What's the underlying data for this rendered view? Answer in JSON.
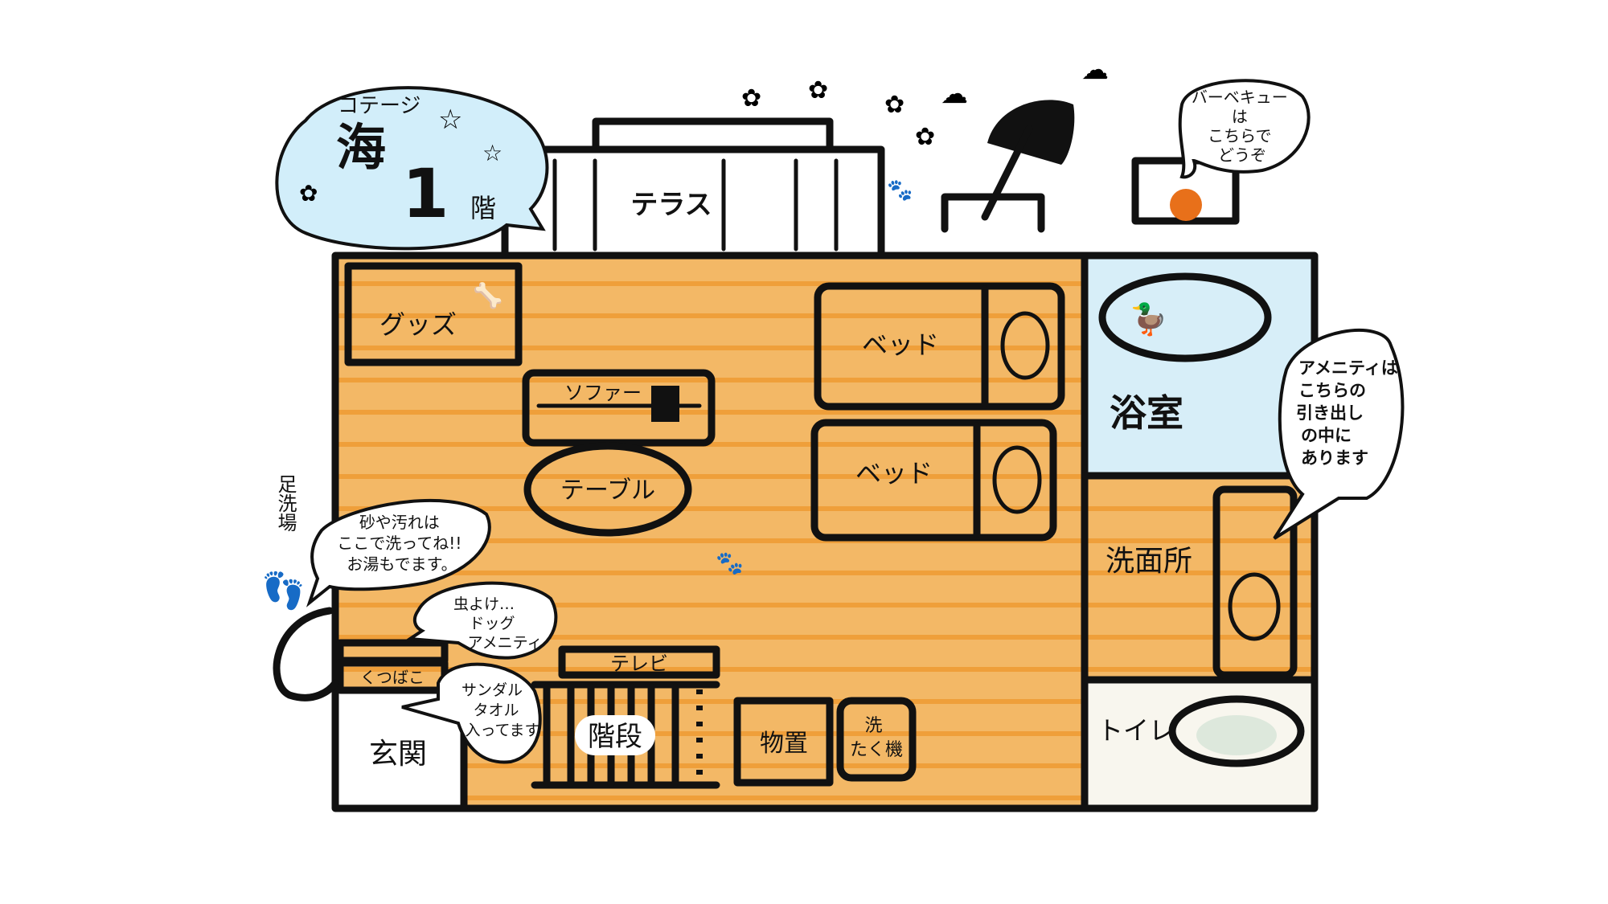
{
  "title_bubble": {
    "line1": "コテージ",
    "sea": "海",
    "floor_num": "1",
    "floor_suffix": "階"
  },
  "colors": {
    "floor": "#f3b866",
    "floor_stripe": "#ef9f3a",
    "bath": "#d7eef8",
    "bubble_blue": "#d2eefa",
    "terrace": "#d8d0c4",
    "furniture": "#fdf7e3"
  },
  "rooms": {
    "terrace": "テラス",
    "goods": "グッズ",
    "sofa": "ソファー",
    "table": "テーブル",
    "bed1": "ベッド",
    "bed2": "ベッド",
    "bath": "浴室",
    "washroom": "洗面所",
    "toilet": "トイレ",
    "tv": "テレビ",
    "stairs": "階段",
    "storage": "物置",
    "washer_line1": "洗",
    "washer_line2": "たく機",
    "entrance": "玄関",
    "shoe_box": "くつばこ",
    "foot_wash": "足洗場"
  },
  "bubbles": {
    "bbq": [
      "バーベキュー",
      "は",
      "こちらで",
      "どうぞ"
    ],
    "amenity": [
      "アメニティは",
      "こちらの",
      "引き出し",
      "の中に",
      "あります"
    ],
    "foot_wash": [
      "砂や汚れは",
      "ここで洗ってね!!",
      "お湯もでます。"
    ],
    "insect": [
      "虫よけ…",
      "ドッグ",
      "アメニティ"
    ],
    "sandal": [
      "サンダル",
      "タオル",
      "入ってます"
    ]
  }
}
